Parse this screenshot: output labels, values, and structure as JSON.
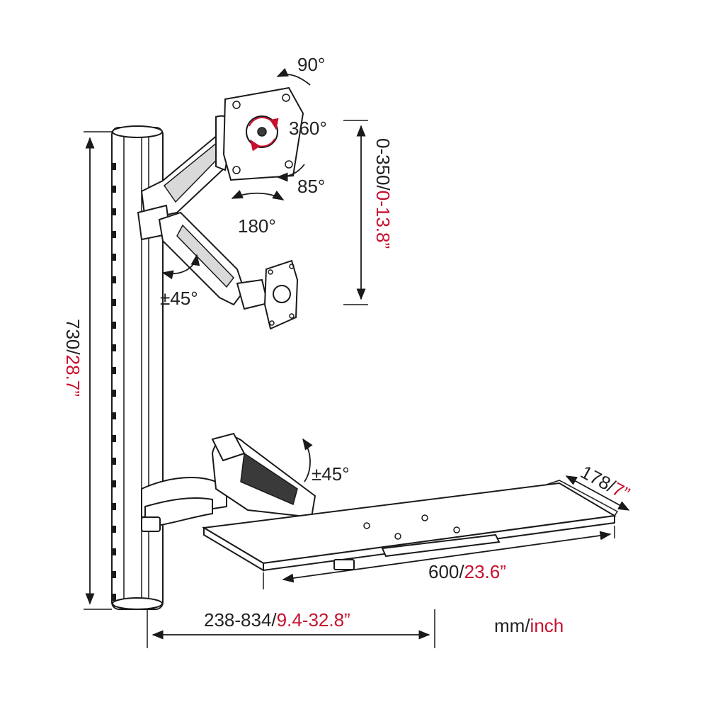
{
  "colors": {
    "accent_red": "#c8102e",
    "line": "#1a1a1a",
    "text": "#222222"
  },
  "angles": {
    "tilt": "90°",
    "rotation": "360°",
    "tilt_down": "85°",
    "swivel": "180°",
    "arm_tilt": "±45°",
    "tray_tilt": "±45°"
  },
  "dimensions": {
    "height_mm": "730/",
    "height_in": "28.7”",
    "arm_travel_mm": "0-350/",
    "arm_travel_in": "0-13.8”",
    "reach_mm": "238-834/",
    "reach_in": "9.4-32.8”",
    "tray_width_mm": "600/",
    "tray_width_in": "23.6”",
    "tray_depth_mm": "178/",
    "tray_depth_in": "7”"
  },
  "units": {
    "mm": "mm/",
    "inch": "inch"
  }
}
